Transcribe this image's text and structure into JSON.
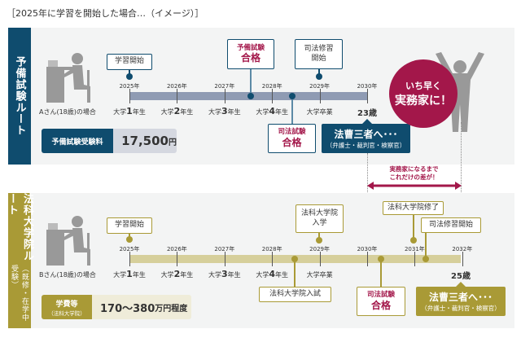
{
  "title": "［2025年に学習を開始した場合…（イメージ）］",
  "colors": {
    "route_a": "#0f4c6e",
    "route_b": "#a99a36",
    "accent": "#a3174a",
    "bar_a": "#8f9bb3",
    "bar_b": "#d6cf9b"
  },
  "route_a": {
    "label": "予備試験ルート",
    "case": "Aさん(18歳)の場合",
    "years": [
      "2025年",
      "2026年",
      "2027年",
      "2028年",
      "2029年",
      "2030年"
    ],
    "grades": [
      {
        "pre": "大学",
        "num": "1",
        "post": "年生"
      },
      {
        "pre": "大学",
        "num": "2",
        "post": "年生"
      },
      {
        "pre": "大学",
        "num": "3",
        "post": "年生"
      },
      {
        "pre": "大学",
        "num": "4",
        "post": "年生"
      },
      {
        "pre": "大学卒業",
        "num": "",
        "post": ""
      }
    ],
    "age": "23歳",
    "events": {
      "start": "学習開始",
      "prelim_1": "予備試験",
      "prelim_2": "合格",
      "training_1": "司法修習",
      "training_2": "開始",
      "bar_1": "司法試験",
      "bar_2": "合格"
    },
    "goal": {
      "main": "法曹三者へ･･･",
      "sub": "（弁護士・裁判官・検察官）"
    },
    "fee_label": "予備試験受験料",
    "fee_value": "17,500",
    "fee_unit": "円",
    "badge_1": "いち早く",
    "badge_2": "実務家に！"
  },
  "gap": {
    "line1": "実務家になるまで",
    "line2": "これだけの差が！"
  },
  "route_b": {
    "label": "法科大学院ルート",
    "sublabel": "（既修・在学中受験）",
    "case": "Bさん(18歳)の場合",
    "years": [
      "2025年",
      "2026年",
      "2027年",
      "2028年",
      "2029年",
      "2030年",
      "2031年",
      "2032年"
    ],
    "grades": [
      {
        "pre": "大学",
        "num": "1",
        "post": "年生"
      },
      {
        "pre": "大学",
        "num": "2",
        "post": "年生"
      },
      {
        "pre": "大学",
        "num": "3",
        "post": "年生"
      },
      {
        "pre": "大学",
        "num": "4",
        "post": "年生"
      },
      {
        "pre": "大学卒業",
        "num": "",
        "post": ""
      }
    ],
    "age": "25歳",
    "events": {
      "start": "学習開始",
      "exam": "法科大学院入試",
      "enroll_1": "法科大学院",
      "enroll_2": "入学",
      "bar_1": "司法試験",
      "bar_2": "合格",
      "complete": "法科大学院修了",
      "training": "司法修習開始"
    },
    "goal": {
      "main": "法曹三者へ･･･",
      "sub": "（弁護士・裁判官・検察官）"
    },
    "fee_label": "学費等",
    "fee_sub": "（法科大学院）",
    "fee_value": "170〜380",
    "fee_unit": "万円程度"
  }
}
